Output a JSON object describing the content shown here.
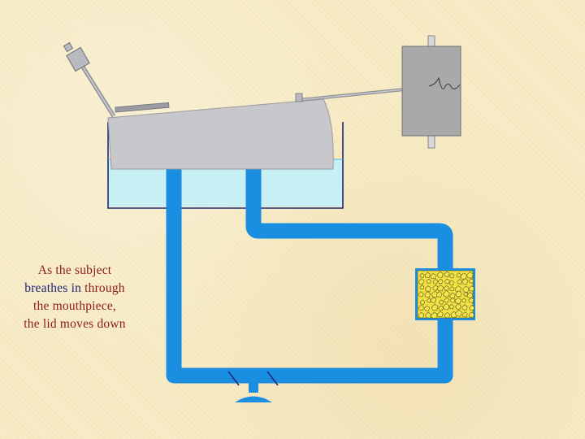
{
  "caption": {
    "line1": "As the subject",
    "line2a": "breathes in",
    "line2b": " through",
    "line3": "the mouthpiece,",
    "line4": "the lid moves down"
  },
  "colors": {
    "background": "#f7ebc4",
    "water": "#c8f0f4",
    "tube": "#1a8ee0",
    "lid": "#c8c8cc",
    "drum": "#a9a9a9",
    "soda_lime": "#f2e043",
    "caption_blue": "#1c2478",
    "caption_red": "#8b1a1a"
  },
  "icons": [
    "mouthpiece-valve-icon",
    "kymograph-drum-icon",
    "soda-lime-canister-icon"
  ]
}
